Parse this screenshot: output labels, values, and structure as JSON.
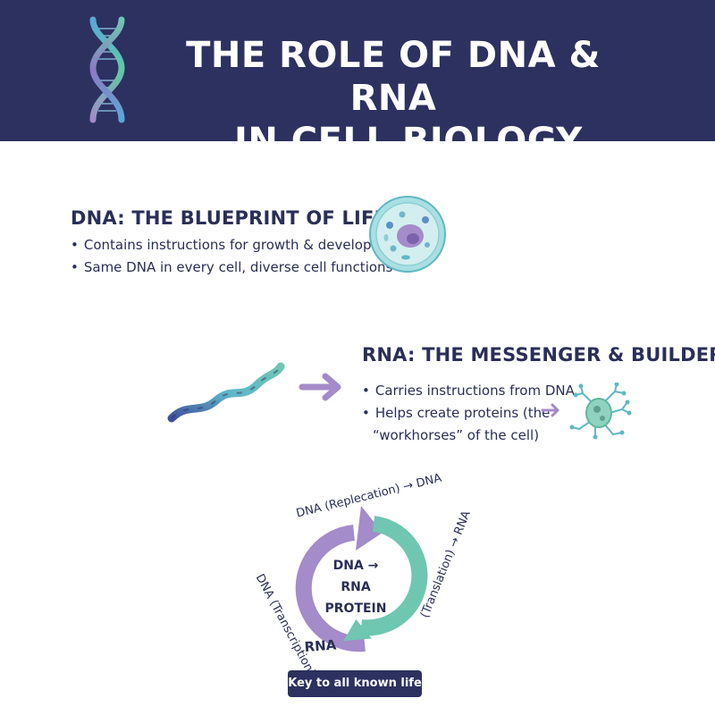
{
  "header": {
    "title_line1": "THE ROLE OF DNA & RNA",
    "title_line2": "IN CELL BIOLOGY",
    "background": "#2c3160",
    "icon": "dna-double-helix-icon"
  },
  "dna_section": {
    "heading": "DNA: THE BLUEPRINT OF LIFE",
    "bullets": [
      "Contains instructions for growth & development",
      "Same DNA in every cell, diverse cell functions"
    ],
    "icon": "cell-icon"
  },
  "rna_section": {
    "heading": "RNA: THE MESSENGER & BUILDER",
    "bullets": [
      "Carries instructions from DNA",
      "Helps create proteins (the",
      "“workhorses” of the cell)"
    ],
    "icons": [
      "rna-strand-icon",
      "arrow-right-icon",
      "bacterium-icon"
    ]
  },
  "cycle": {
    "top_label": "DNA (Replecation) → DNA",
    "right_label": "(Translation) → RNA",
    "left_label": "DNA (Transcription) →",
    "bottom_label": "RNA",
    "center_line1": "DNA → RNA",
    "center_line2": "PROTEIN",
    "colors": {
      "purple": "#a48bc9",
      "teal": "#6fc7b1"
    }
  },
  "footer": {
    "badge": "Key to all known life"
  }
}
